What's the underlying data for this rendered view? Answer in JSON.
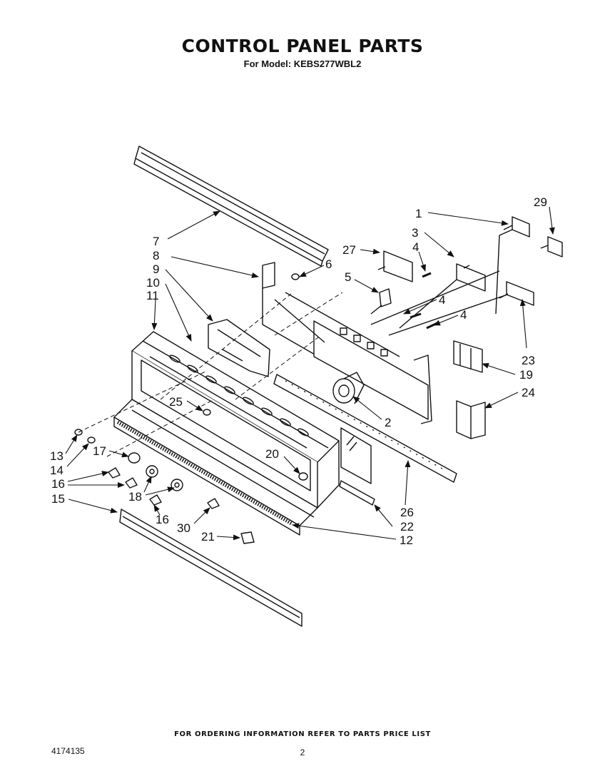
{
  "title": "CONTROL PANEL PARTS",
  "subtitle": "For Model: KEBS277WBL2",
  "footer": "FOR ORDERING INFORMATION REFER TO PARTS PRICE LIST",
  "doc_number": "4174135",
  "page_number": "2",
  "callouts": {
    "c1": "1",
    "c2": "2",
    "c3": "3",
    "c4a": "4",
    "c4b": "4",
    "c4c": "4",
    "c5": "5",
    "c6": "6",
    "c7": "7",
    "c8": "8",
    "c9": "9",
    "c10": "10",
    "c11": "11",
    "c12": "12",
    "c13": "13",
    "c14": "14",
    "c15": "15",
    "c16a": "16",
    "c16b": "16",
    "c17": "17",
    "c18": "18",
    "c19": "19",
    "c20": "20",
    "c21": "21",
    "c22": "22",
    "c23": "23",
    "c24": "24",
    "c25": "25",
    "c26": "26",
    "c27": "27",
    "c29": "29",
    "c30": "30"
  }
}
